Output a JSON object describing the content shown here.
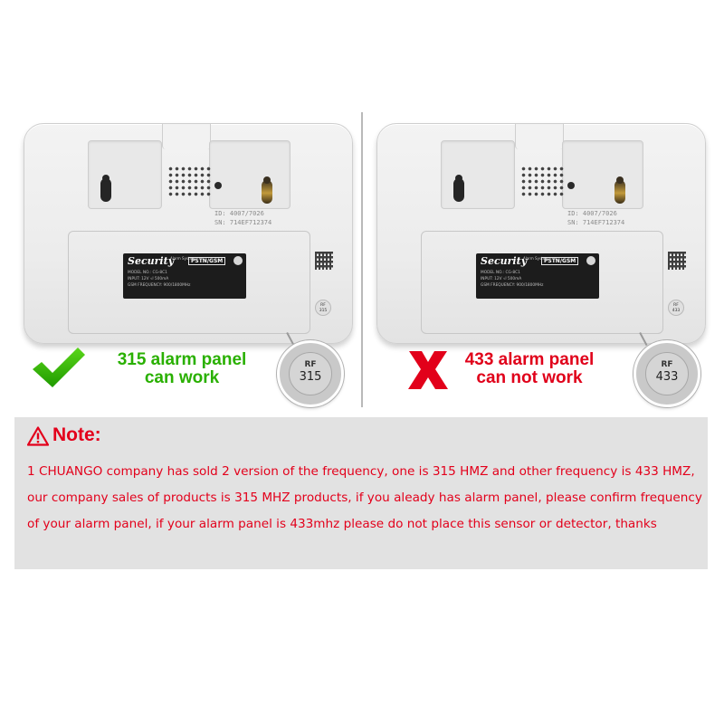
{
  "left_device": {
    "label_brand": "Security",
    "label_subtitle": "Alarm System",
    "label_mode": "PSTN/GSM",
    "label_lines": [
      "MODEL NO.: CG-8C1",
      "INPUT: 12V ⏎ 500mA",
      "GSM FREQUENCY: 900/1800MHz"
    ],
    "id_line1": "ID: 4007/7026",
    "id_line2": "SN: 714EF712374",
    "rf_small_label": "RF",
    "rf_small_value": "315"
  },
  "right_device": {
    "label_brand": "Security",
    "label_subtitle": "Alarm System",
    "label_mode": "PSTN/GSM",
    "label_lines": [
      "MODEL NO.: CG-8C1",
      "INPUT: 12V ⏎ 500mA",
      "GSM FREQUENCY: 900/1800MHz"
    ],
    "id_line1": "ID: 4007/7026",
    "id_line2": "SN: 714EF712374",
    "rf_small_label": "RF",
    "rf_small_value": "433"
  },
  "rf_badges": [
    {
      "label": "RF",
      "value": "315"
    },
    {
      "label": "RF",
      "value": "433"
    }
  ],
  "captions": {
    "works_line1": "315 alarm panel",
    "works_line2": "can work",
    "not_work_line1": "433 alarm panel",
    "not_work_line2": "can not work"
  },
  "note": {
    "title": "Note:",
    "body": "1 CHUANGO company has sold 2 version of the frequency, one is 315 HMZ and other frequency is 433 HMZ, our company sales of products is 315 MHZ products, if you aleady has alarm panel, please confirm frequency of your alarm panel, if your alarm panel is 433mhz please do not place this sensor or detector, thanks"
  },
  "colors": {
    "green": "#29b000",
    "red": "#e0001a",
    "note_background": "#e2e2e2"
  },
  "icons": [
    "check-icon",
    "cross-icon",
    "warning-icon"
  ]
}
